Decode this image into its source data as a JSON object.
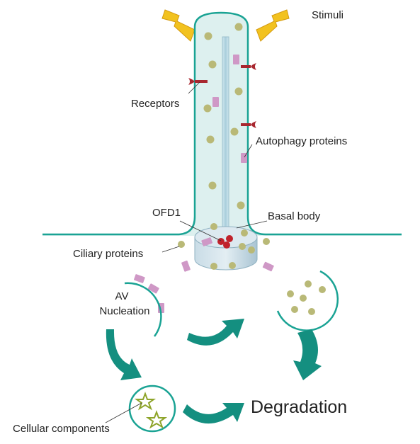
{
  "labels": {
    "stimuli": "Stimuli",
    "receptors": "Receptors",
    "autophagy_proteins": "Autophagy proteins",
    "ofd1": "OFD1",
    "basal_body": "Basal body",
    "ciliary_proteins": "Ciliary proteins",
    "av_line1": "AV",
    "av_line2": "Nucleation",
    "cellular_components": "Cellular components",
    "degradation": "Degradation"
  },
  "colors": {
    "membrane": "#1aa394",
    "cilium_fill": "#ddf0ef",
    "axoneme": "#b9d9e3",
    "basal_body_top": "#d7e6ee",
    "basal_body_side": "#b5cedb",
    "ciliary_protein": "#b9b977",
    "autophagy_protein": "#cf98c6",
    "receptor": "#a8272f",
    "ofd1": "#c0222c",
    "bolt": "#f2c21f",
    "arrow": "#148f80",
    "star": "#8ea42a"
  },
  "icons": {
    "stimulus": "lightning-bolt-icon",
    "receptor": "receptor-icon",
    "arrow": "curved-arrow-icon",
    "component": "star-icon"
  }
}
